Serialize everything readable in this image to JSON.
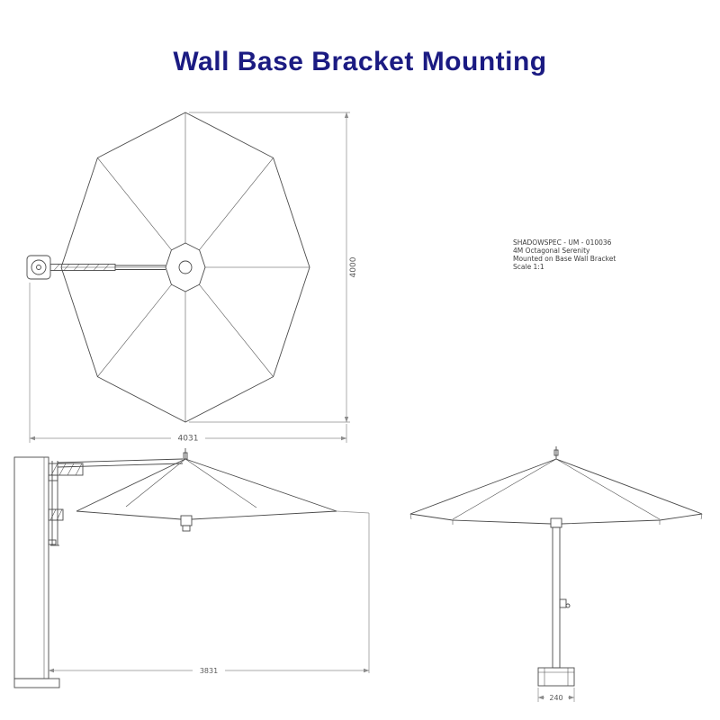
{
  "title": "Wall Base Bracket Mounting",
  "notes": {
    "lines": [
      "SHADOWSPEC - UM - 010036",
      "4M Octagonal Serenity",
      "Mounted on Base Wall Bracket",
      "Scale 1:1"
    ]
  },
  "dimensions": {
    "canopy_size": "4000",
    "overall_width": "4031",
    "side_span": "3831",
    "base_width": "240"
  },
  "colors": {
    "title-color": "#1b1b82",
    "line-color": "#4a4a4a",
    "dim-color": "#8c8c8c",
    "dim-text-color": "#5a5a5a"
  }
}
